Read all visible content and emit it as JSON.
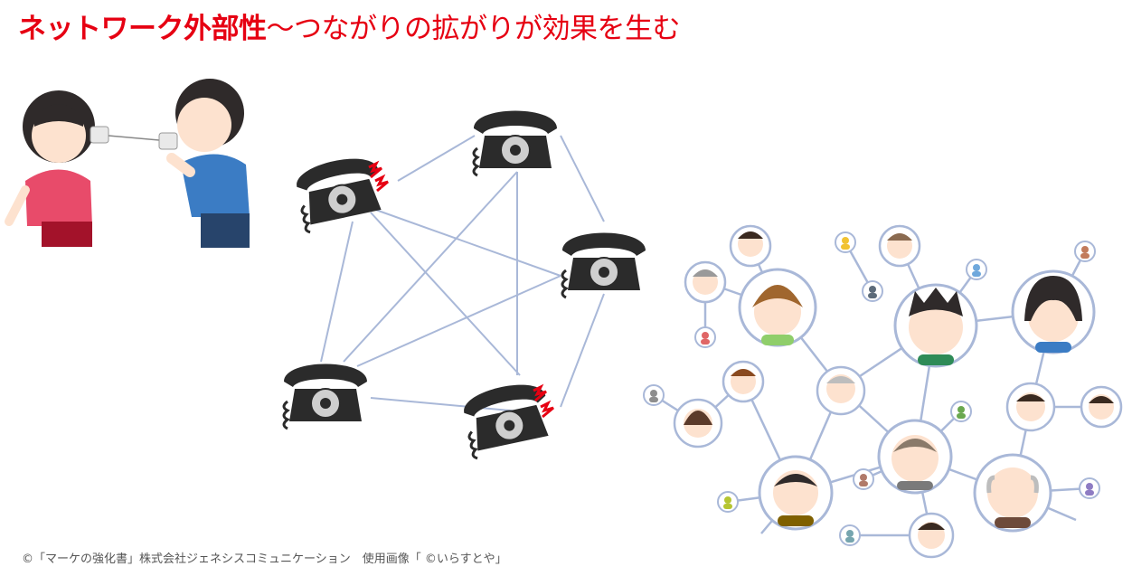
{
  "title": {
    "bold": "ネットワーク外部性",
    "rest": "～つながりの拡がりが効果を生む"
  },
  "footer": "©「マーケの強化書」株式会社ジェネシスコミュニケーション　使用画像「 ©いらすとや」",
  "colors": {
    "title": "#e60012",
    "line": "#a9b8d8",
    "phone": "#2b2b2b",
    "spark": "#e60012"
  },
  "icons": [
    "tin-can-phone-kids",
    "rotary-phone-icon",
    "ringing-phone-icon",
    "person-avatar-icon"
  ]
}
